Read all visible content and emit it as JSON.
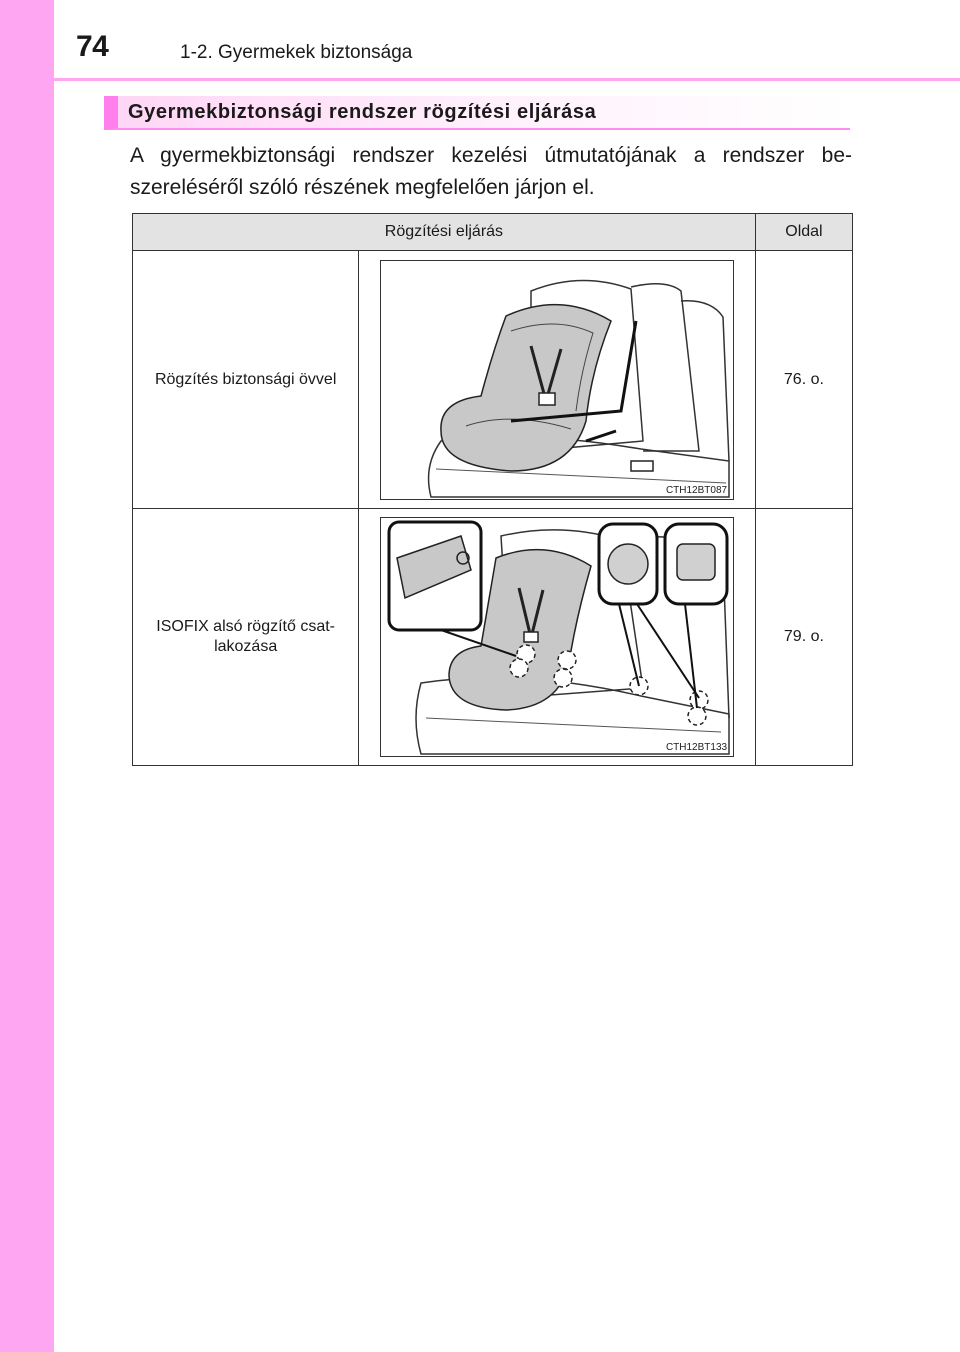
{
  "header": {
    "page_number": "74",
    "chapter": "1-2. Gyermekek biztonsága"
  },
  "section": {
    "heading": "Gyermekbiztonsági rendszer rögzítési eljárása",
    "intro": "A gyermekbiztonsági rendszer kezelési útmutatójának a rendszer be-szereléséről szóló részének megfelelően járjon el."
  },
  "table": {
    "headers": [
      "Rögzítési eljárás",
      "",
      "Oldal"
    ],
    "rows": [
      {
        "method": "Rögzítés biztonsági övvel",
        "figure_code": "CTH12BT087",
        "page": "76. o."
      },
      {
        "method": "ISOFIX alsó rögzítő csat-lakozása",
        "figure_code": "CTH12BT133",
        "page": "79. o."
      }
    ]
  },
  "colors": {
    "accent_pink": "#ffa6f2",
    "heading_bar": "#ff80ec",
    "table_header_bg": "#e3e3e3",
    "seat_fill": "#c8c8c8"
  }
}
